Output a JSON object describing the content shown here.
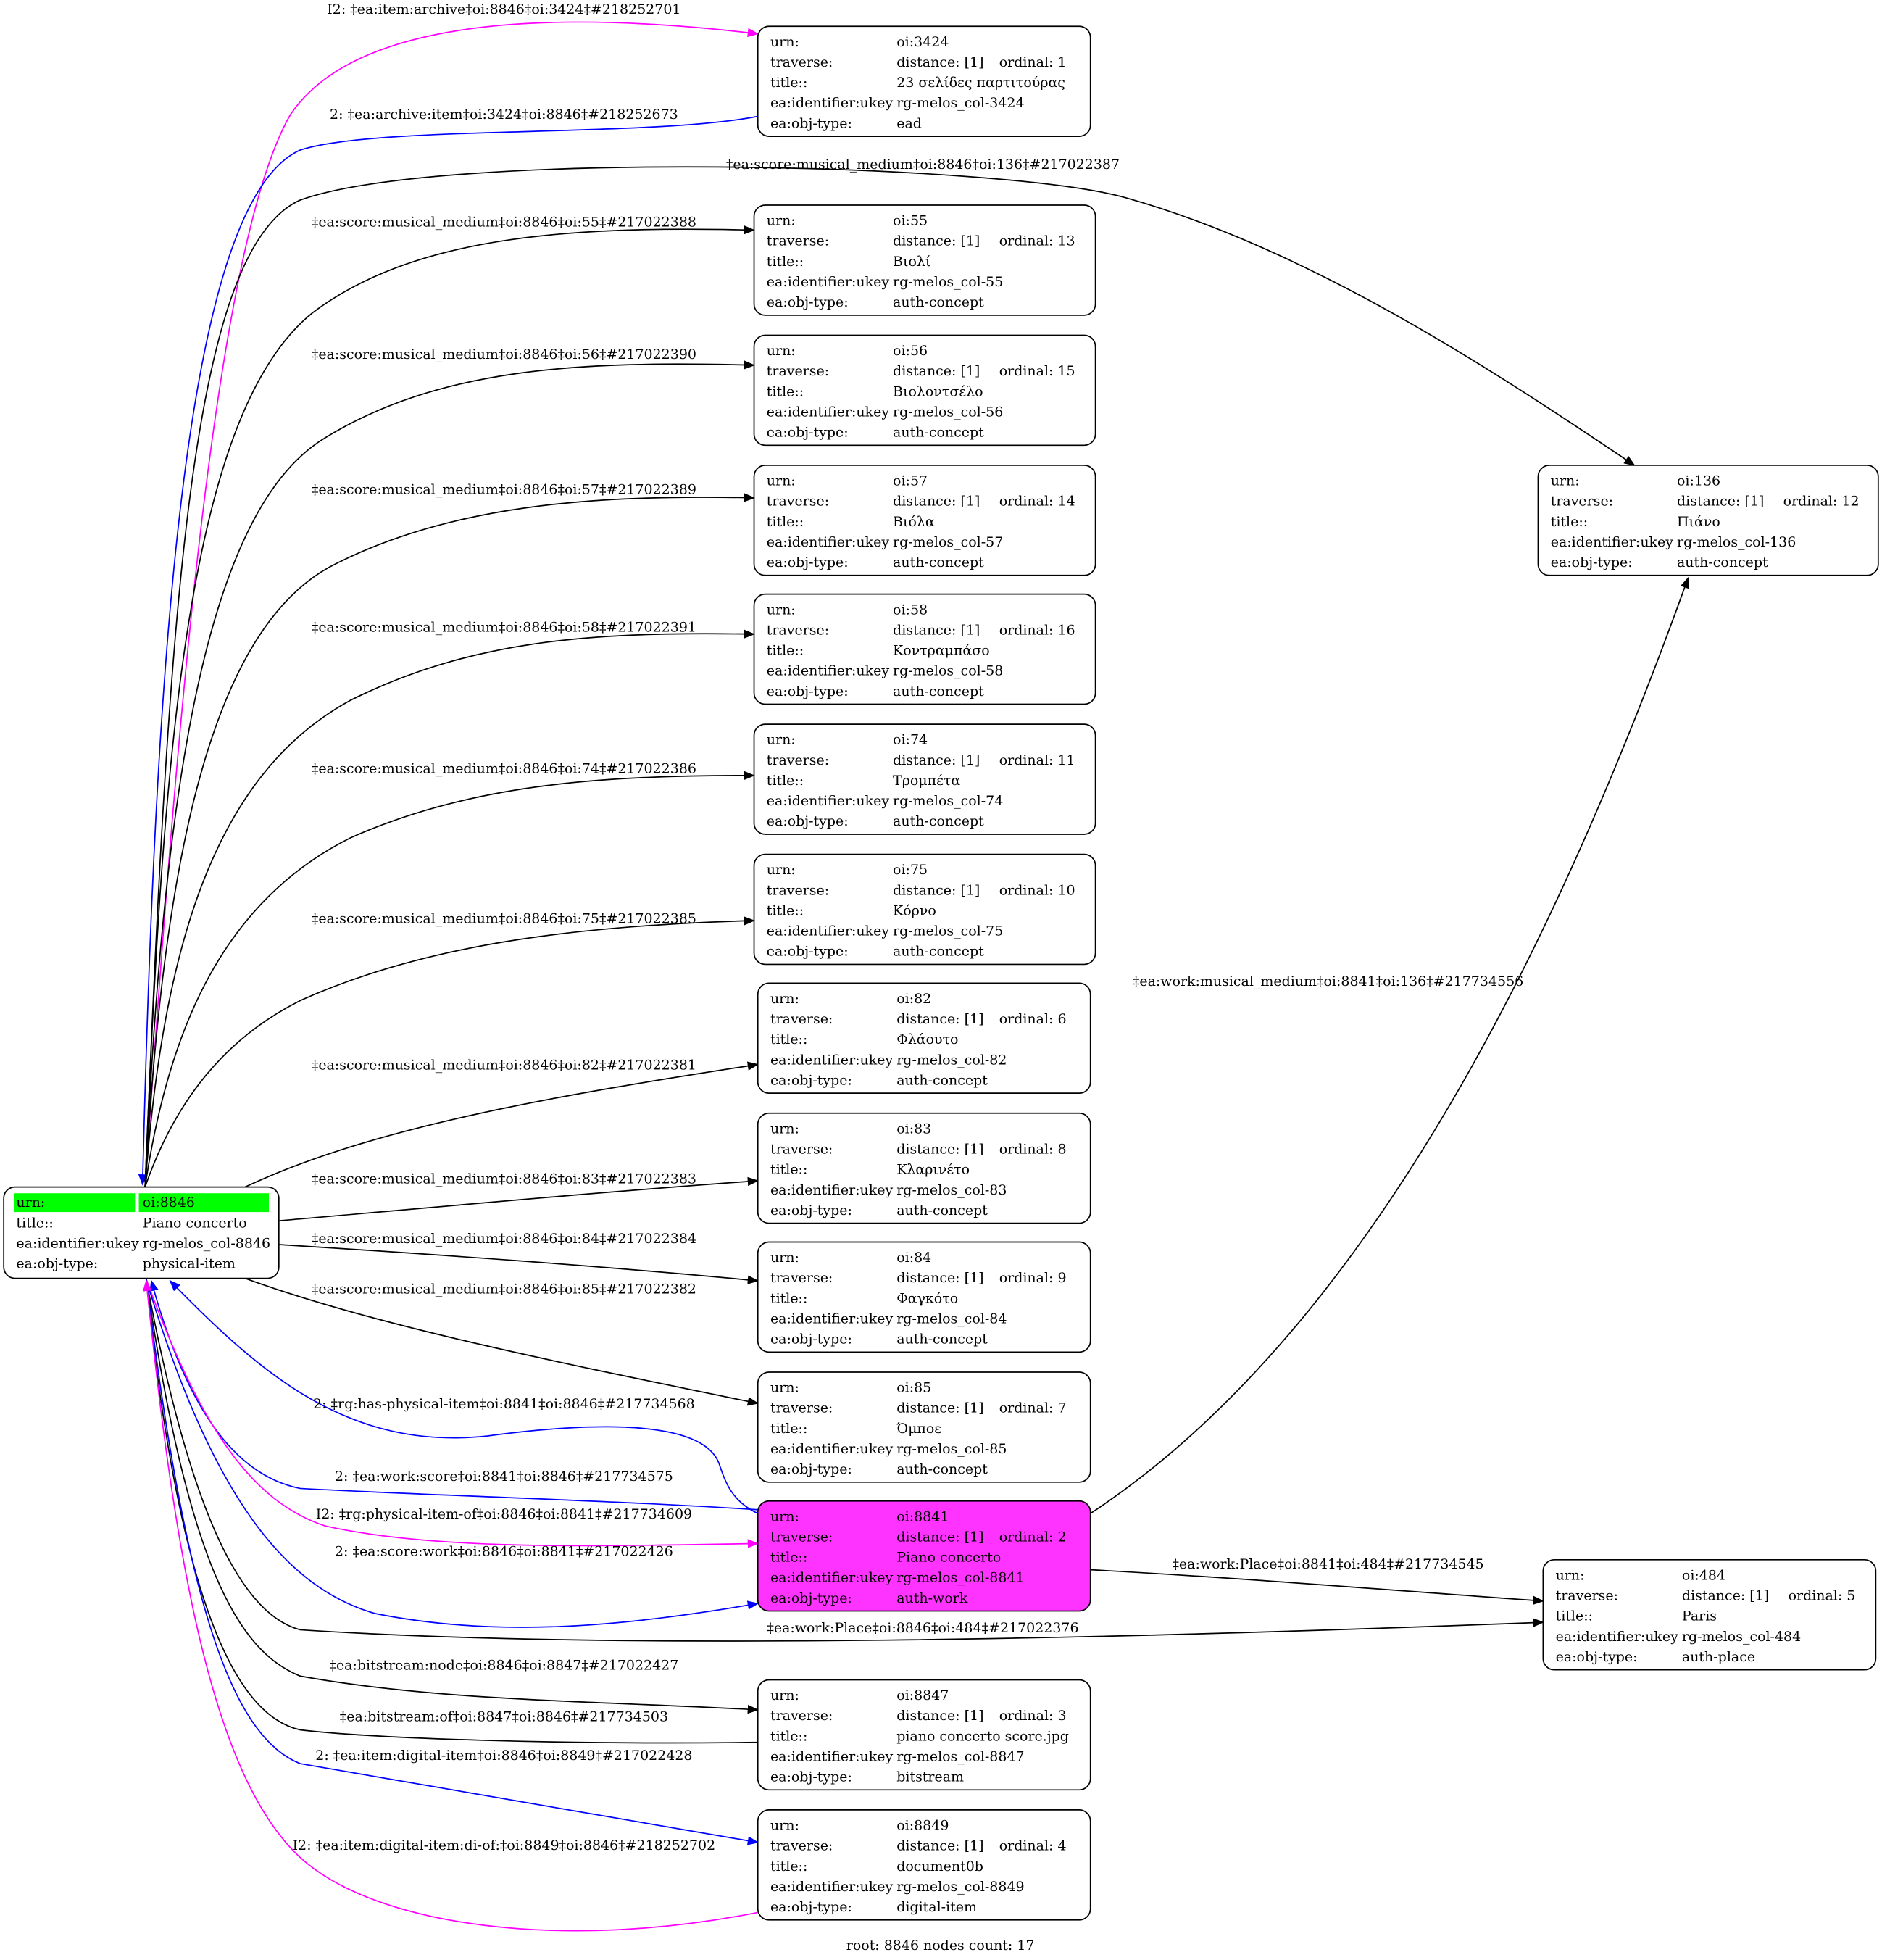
{
  "field_labels": {
    "urn": "urn:",
    "traverse": "traverse:",
    "title": "title::",
    "ukey": "ea:identifier:ukey",
    "obj_type": "ea:obj-type:"
  },
  "colors": {
    "root_highlight": "#00ff00",
    "focus_node": "#ff33ff",
    "black": "#000000",
    "blue": "#0000ff",
    "magenta": "#ff00ff"
  },
  "root": {
    "urn": "oi:8846",
    "title": "Piano concerto",
    "ukey": "rg-melos_col-8846",
    "obj_type": "physical-item"
  },
  "nodes": {
    "n3424": {
      "urn": "oi:3424",
      "distance": "distance: [1]",
      "ordinal": "ordinal: 1",
      "title": "23 σελίδες παρτιτούρας",
      "ukey": "rg-melos_col-3424",
      "obj_type": "ead"
    },
    "n55": {
      "urn": "oi:55",
      "distance": "distance: [1]",
      "ordinal": "ordinal: 13",
      "title": "Βιολί",
      "ukey": "rg-melos_col-55",
      "obj_type": "auth-concept"
    },
    "n56": {
      "urn": "oi:56",
      "distance": "distance: [1]",
      "ordinal": "ordinal: 15",
      "title": "Βιολοντσέλο",
      "ukey": "rg-melos_col-56",
      "obj_type": "auth-concept"
    },
    "n57": {
      "urn": "oi:57",
      "distance": "distance: [1]",
      "ordinal": "ordinal: 14",
      "title": "Βιόλα",
      "ukey": "rg-melos_col-57",
      "obj_type": "auth-concept"
    },
    "n58": {
      "urn": "oi:58",
      "distance": "distance: [1]",
      "ordinal": "ordinal: 16",
      "title": "Κοντραμπάσο",
      "ukey": "rg-melos_col-58",
      "obj_type": "auth-concept"
    },
    "n74": {
      "urn": "oi:74",
      "distance": "distance: [1]",
      "ordinal": "ordinal: 11",
      "title": "Τρομπέτα",
      "ukey": "rg-melos_col-74",
      "obj_type": "auth-concept"
    },
    "n75": {
      "urn": "oi:75",
      "distance": "distance: [1]",
      "ordinal": "ordinal: 10",
      "title": "Κόρνο",
      "ukey": "rg-melos_col-75",
      "obj_type": "auth-concept"
    },
    "n82": {
      "urn": "oi:82",
      "distance": "distance: [1]",
      "ordinal": "ordinal: 6",
      "title": "Φλάουτο",
      "ukey": "rg-melos_col-82",
      "obj_type": "auth-concept"
    },
    "n83": {
      "urn": "oi:83",
      "distance": "distance: [1]",
      "ordinal": "ordinal: 8",
      "title": "Κλαρινέτο",
      "ukey": "rg-melos_col-83",
      "obj_type": "auth-concept"
    },
    "n84": {
      "urn": "oi:84",
      "distance": "distance: [1]",
      "ordinal": "ordinal: 9",
      "title": "Φαγκότο",
      "ukey": "rg-melos_col-84",
      "obj_type": "auth-concept"
    },
    "n85": {
      "urn": "oi:85",
      "distance": "distance: [1]",
      "ordinal": "ordinal: 7",
      "title": "Όμποε",
      "ukey": "rg-melos_col-85",
      "obj_type": "auth-concept"
    },
    "n8841": {
      "urn": "oi:8841",
      "distance": "distance: [1]",
      "ordinal": "ordinal: 2",
      "title": "Piano concerto",
      "ukey": "rg-melos_col-8841",
      "obj_type": "auth-work"
    },
    "n8847": {
      "urn": "oi:8847",
      "distance": "distance: [1]",
      "ordinal": "ordinal: 3",
      "title": "piano concerto score.jpg",
      "ukey": "rg-melos_col-8847",
      "obj_type": "bitstream"
    },
    "n8849": {
      "urn": "oi:8849",
      "distance": "distance: [1]",
      "ordinal": "ordinal: 4",
      "title": "document0b",
      "ukey": "rg-melos_col-8849",
      "obj_type": "digital-item"
    },
    "n136": {
      "urn": "oi:136",
      "distance": "distance: [1]",
      "ordinal": "ordinal: 12",
      "title": "Πιάνο",
      "ukey": "rg-melos_col-136",
      "obj_type": "auth-concept"
    },
    "n484": {
      "urn": "oi:484",
      "distance": "distance: [1]",
      "ordinal": "ordinal: 5",
      "title": "Paris",
      "ukey": "rg-melos_col-484",
      "obj_type": "auth-place"
    }
  },
  "edges": {
    "e_item_archive": "I2: ‡ea:item:archive‡oi:8846‡oi:3424‡#218252701",
    "e_archive_item": "2: ‡ea:archive:item‡oi:3424‡oi:8846‡#218252673",
    "e_mm136": "‡ea:score:musical_medium‡oi:8846‡oi:136‡#217022387",
    "e_mm55": "‡ea:score:musical_medium‡oi:8846‡oi:55‡#217022388",
    "e_mm56": "‡ea:score:musical_medium‡oi:8846‡oi:56‡#217022390",
    "e_mm57": "‡ea:score:musical_medium‡oi:8846‡oi:57‡#217022389",
    "e_mm58": "‡ea:score:musical_medium‡oi:8846‡oi:58‡#217022391",
    "e_mm74": "‡ea:score:musical_medium‡oi:8846‡oi:74‡#217022386",
    "e_mm75": "‡ea:score:musical_medium‡oi:8846‡oi:75‡#217022385",
    "e_mm82": "‡ea:score:musical_medium‡oi:8846‡oi:82‡#217022381",
    "e_mm83": "‡ea:score:musical_medium‡oi:8846‡oi:83‡#217022383",
    "e_mm84": "‡ea:score:musical_medium‡oi:8846‡oi:84‡#217022384",
    "e_mm85": "‡ea:score:musical_medium‡oi:8846‡oi:85‡#217022382",
    "e_has_phys": "2: ‡rg:has-physical-item‡oi:8841‡oi:8846‡#217734568",
    "e_work_score": "2: ‡ea:work:score‡oi:8841‡oi:8846‡#217734575",
    "e_phys_of": "I2: ‡rg:physical-item-of‡oi:8846‡oi:8841‡#217734609",
    "e_score_work": "2: ‡ea:score:work‡oi:8846‡oi:8841‡#217022426",
    "e_place_8846": "‡ea:work:Place‡oi:8846‡oi:484‡#217022376",
    "e_bs_node": "‡ea:bitstream:node‡oi:8846‡oi:8847‡#217022427",
    "e_bs_of": "‡ea:bitstream:of‡oi:8847‡oi:8846‡#217734503",
    "e_digital": "2: ‡ea:item:digital-item‡oi:8846‡oi:8849‡#217022428",
    "e_digital_of": "I2: ‡ea:item:digital-item:di-of:‡oi:8849‡oi:8846‡#218252702",
    "e_work_mm136": "‡ea:work:musical_medium‡oi:8841‡oi:136‡#217734556",
    "e_work_place": "‡ea:work:Place‡oi:8841‡oi:484‡#217734545"
  },
  "footer": "root: 8846 nodes count: 17"
}
